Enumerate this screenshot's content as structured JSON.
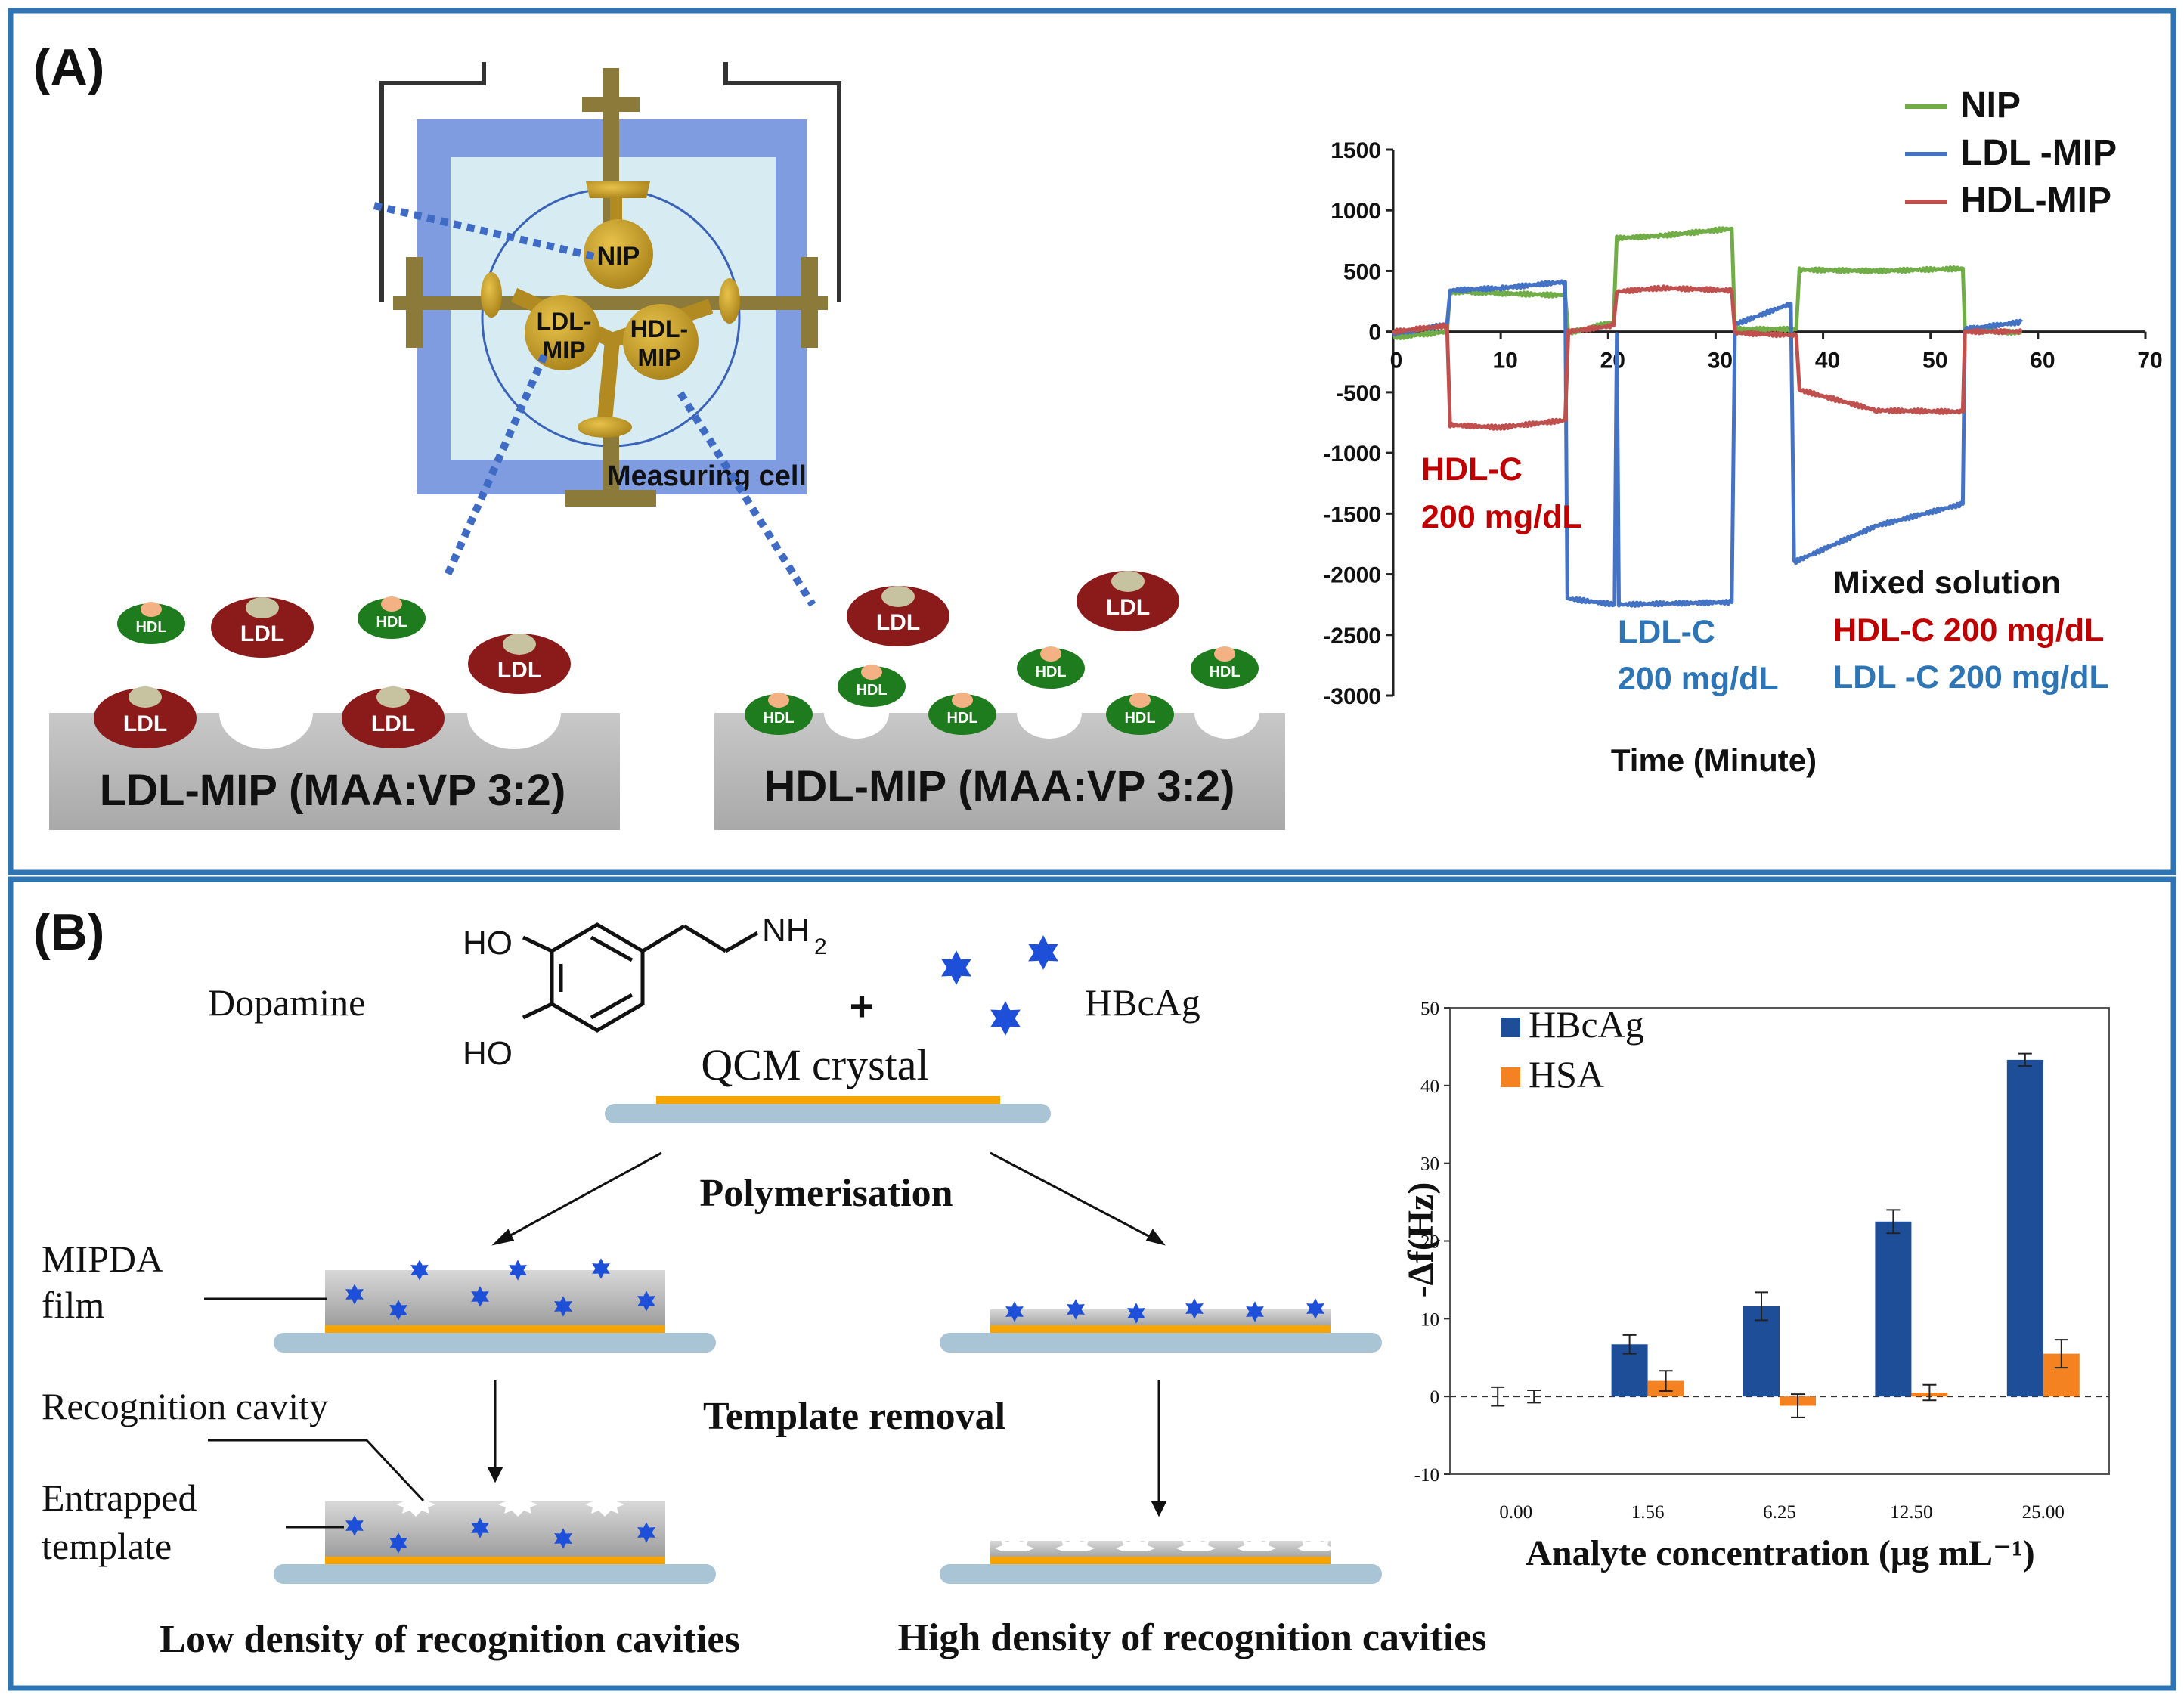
{
  "panel_a": {
    "label": "(A)",
    "cell": {
      "electrode_labels": {
        "nip": "NIP",
        "ldl_line1": "LDL-",
        "ldl_line2": "MIP",
        "hdl_line1": "HDL-",
        "hdl_line2": "MIP"
      },
      "caption": "Measuring cell"
    },
    "surfaces": {
      "ldl_caption": "LDL-MIP (MAA:VP 3:2)",
      "hdl_caption": "HDL-MIP (MAA:VP 3:2)",
      "ldl_particle": "LDL",
      "hdl_particle": "HDL"
    },
    "annotations": {
      "hdl_c_line1": "HDL-C",
      "hdl_c_line2": "200 mg/dL",
      "ldl_c_line1": "LDL-C",
      "ldl_c_line2": "200 mg/dL",
      "mixed_line1": "Mixed solution",
      "mixed_line2": "HDL-C 200 mg/dL",
      "mixed_line3": "LDL -C  200 mg/dL"
    }
  },
  "panel_b": {
    "label": "(B)",
    "dopamine_label": "Dopamine",
    "hbcag_label": "HBcAg",
    "plus_sign": "+",
    "qcm_label": "QCM crystal",
    "polymerisation_label": "Polymerisation",
    "template_removal_label": "Template removal",
    "mipda_line1": "MIPDA",
    "mipda_line2": "film",
    "recognition_cavity_label": "Recognition cavity",
    "entrapped_line1": "Entrapped",
    "entrapped_line2": "template",
    "low_density_caption": "Low density of recognition cavities",
    "high_density_caption": "High density of recognition cavities",
    "molecule": {
      "ho_top": "HO",
      "ho_bottom": "HO",
      "nh": "NH",
      "nh_sub": "2"
    }
  },
  "colors": {
    "frame_blue": "#2E75B6",
    "nip_green": "#70AD47",
    "ldl_blue": "#4472C4",
    "hdl_red": "#C0504D",
    "annotation_red": "#C00000",
    "annotation_blue": "#2E75B6",
    "hbcag_bar": "#1F4E99",
    "hsa_bar": "#F58220",
    "ldl_particle": "#8B1A1A",
    "hdl_particle": "#1E7B1E",
    "gold": "#C9A227"
  },
  "chart_data": [
    {
      "type": "line",
      "title": "",
      "xlabel": "Time (Minute)",
      "ylabel": "",
      "xlim": [
        0,
        70
      ],
      "ylim": [
        -3000,
        1500
      ],
      "x_ticks": [
        0,
        10,
        20,
        30,
        40,
        50,
        60,
        70
      ],
      "y_ticks": [
        1500,
        1000,
        500,
        0,
        -500,
        -1000,
        -1500,
        -2000,
        -2500,
        -3000
      ],
      "legend_position": "top-right",
      "series": [
        {
          "name": "NIP",
          "color": "#70AD47",
          "points": [
            [
              0,
              -50
            ],
            [
              5,
              0
            ],
            [
              5.3,
              330
            ],
            [
              15.5,
              300
            ],
            [
              16,
              300
            ],
            [
              16.3,
              -10
            ],
            [
              20.5,
              80
            ],
            [
              20.8,
              770
            ],
            [
              25,
              790
            ],
            [
              31.5,
              850
            ],
            [
              31.8,
              20
            ],
            [
              37.5,
              20
            ],
            [
              37.8,
              510
            ],
            [
              45,
              500
            ],
            [
              53,
              520
            ],
            [
              53.2,
              20
            ],
            [
              58.5,
              -10
            ]
          ]
        },
        {
          "name": "LDL -MIP",
          "color": "#4472C4",
          "points": [
            [
              0,
              -20
            ],
            [
              5,
              60
            ],
            [
              5.3,
              340
            ],
            [
              10,
              360
            ],
            [
              16,
              410
            ],
            [
              16.2,
              -2200
            ],
            [
              20.6,
              -2250
            ],
            [
              20.8,
              -20
            ],
            [
              21,
              -2250
            ],
            [
              31.5,
              -2230
            ],
            [
              31.8,
              60
            ],
            [
              37,
              230
            ],
            [
              37.3,
              -1900
            ],
            [
              45,
              -1600
            ],
            [
              53,
              -1420
            ],
            [
              53.2,
              20
            ],
            [
              58.5,
              80
            ]
          ]
        },
        {
          "name": "HDL-MIP",
          "color": "#C0504D",
          "points": [
            [
              0,
              0
            ],
            [
              5,
              50
            ],
            [
              5.3,
              -770
            ],
            [
              10,
              -790
            ],
            [
              16,
              -730
            ],
            [
              16.3,
              0
            ],
            [
              20.5,
              50
            ],
            [
              20.8,
              330
            ],
            [
              25,
              360
            ],
            [
              31.5,
              340
            ],
            [
              31.8,
              -10
            ],
            [
              37.5,
              -30
            ],
            [
              37.8,
              -480
            ],
            [
              45,
              -650
            ],
            [
              53,
              -660
            ],
            [
              53.2,
              0
            ],
            [
              58.5,
              0
            ]
          ]
        }
      ]
    },
    {
      "type": "bar",
      "title": "",
      "xlabel": "Analyte concentration (μg mL⁻¹)",
      "ylabel": "-Δf(Hz)",
      "categories": [
        "0.00",
        "1.56",
        "6.25",
        "12.50",
        "25.00"
      ],
      "ylim": [
        -10,
        50
      ],
      "y_ticks": [
        50,
        40,
        30,
        20,
        10,
        0,
        -10
      ],
      "legend_position": "top-left",
      "series": [
        {
          "name": "HBcAg",
          "color": "#1F4E99",
          "values": [
            0,
            6.7,
            11.6,
            22.5,
            43.3
          ],
          "errors": [
            1.2,
            1.2,
            1.8,
            1.5,
            0.8
          ]
        },
        {
          "name": "HSA",
          "color": "#F58220",
          "values": [
            0,
            2.0,
            -1.2,
            0.5,
            5.5
          ],
          "errors": [
            0.8,
            1.3,
            1.5,
            1.0,
            1.8
          ]
        }
      ]
    }
  ]
}
